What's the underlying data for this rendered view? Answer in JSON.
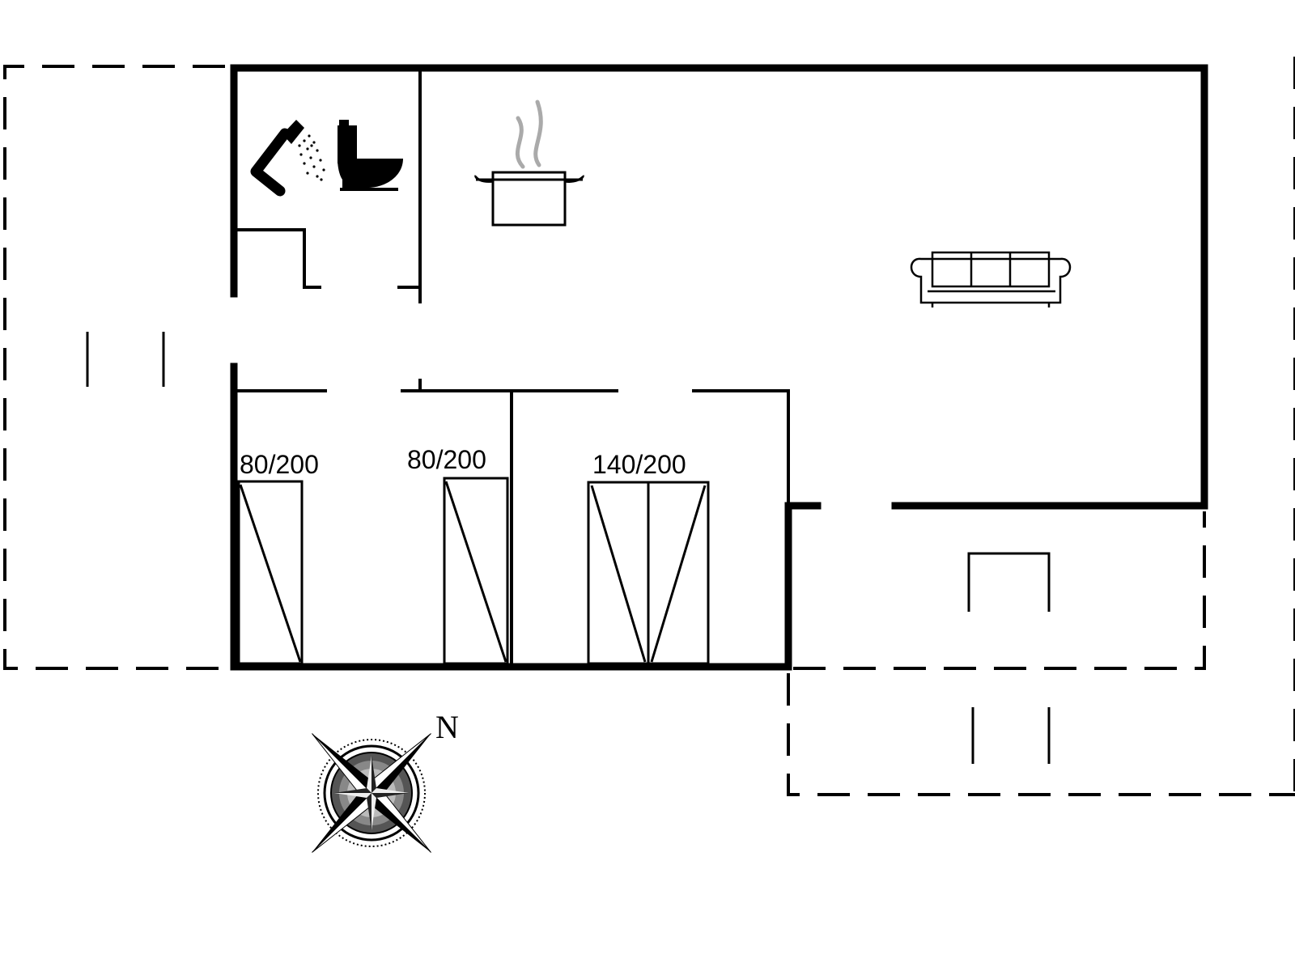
{
  "floorplan": {
    "beds": [
      {
        "size": "80/200"
      },
      {
        "size": "80/200"
      },
      {
        "size": "140/200"
      }
    ],
    "compass": {
      "north_label": "N"
    },
    "icons": [
      "shower-icon",
      "toilet-icon",
      "cooking-pot-icon",
      "sofa-icon",
      "compass-rose-icon"
    ]
  }
}
